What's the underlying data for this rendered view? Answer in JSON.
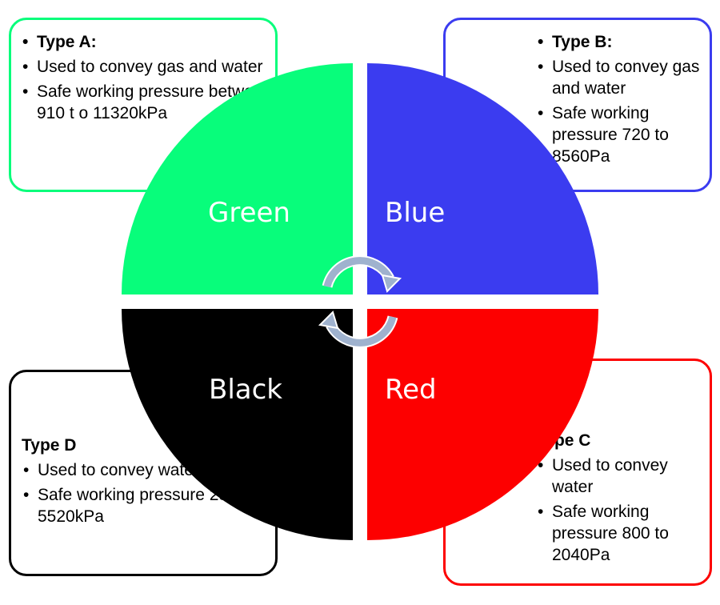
{
  "colors": {
    "green": "#08fd7b",
    "blue": "#3b3cf0",
    "black": "#000000",
    "red": "#fd0000",
    "arrow": "#9fb2ce"
  },
  "quadrants": {
    "green": "Green",
    "blue": "Blue",
    "black": "Black",
    "red": "Red"
  },
  "cards": {
    "a": {
      "title": "Type A:",
      "items": [
        "Used to convey gas and water",
        "Safe working pressure between 910 t o 11320kPa"
      ]
    },
    "b": {
      "title": "Type B:",
      "items": [
        "Used to convey gas and water",
        "Safe working pressure 720 to 8560Pa"
      ]
    },
    "c": {
      "title": "Type C",
      "items": [
        "Used to convey water",
        "Safe working pressure 800 to 2040Pa"
      ]
    },
    "d": {
      "title": "Type D",
      "items": [
        "Used to convey water",
        "Safe working pressure 2560 to 5520kPa"
      ]
    }
  },
  "icons": [
    "cycle-arrow-icon"
  ]
}
